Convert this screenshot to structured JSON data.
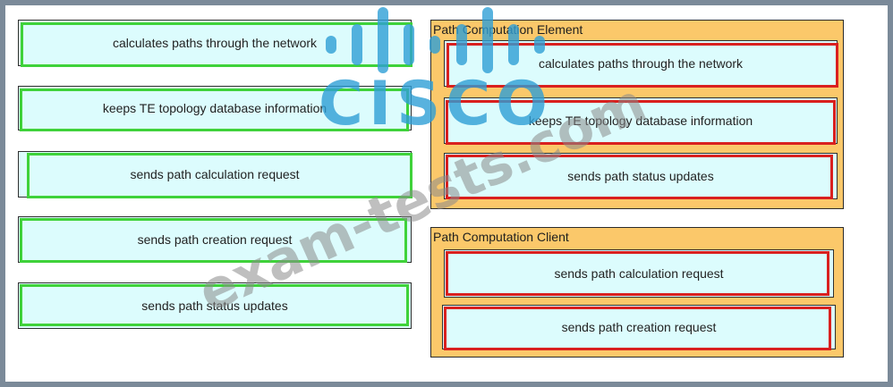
{
  "source_items": [
    "calculates paths through the network",
    "keeps TE topology database information",
    "sends path calculation request",
    "sends path creation request",
    "sends path status updates"
  ],
  "targets": {
    "pce": {
      "title": "Path Computation Element",
      "items": [
        "calculates paths through the network",
        "keeps TE topology database information",
        "sends path status updates"
      ]
    },
    "pcc": {
      "title": "Path Computation Client",
      "items": [
        "sends path calculation request",
        "sends path creation request"
      ]
    }
  },
  "watermark": {
    "brand": "CISCO",
    "site": "exam-tests.com"
  },
  "colors": {
    "source_outline": "#3fd23a",
    "target_outline": "#d9201f",
    "item_fill": "#dcfcfd",
    "group_fill": "#fbc86a",
    "page_border": "#7b8a99"
  }
}
